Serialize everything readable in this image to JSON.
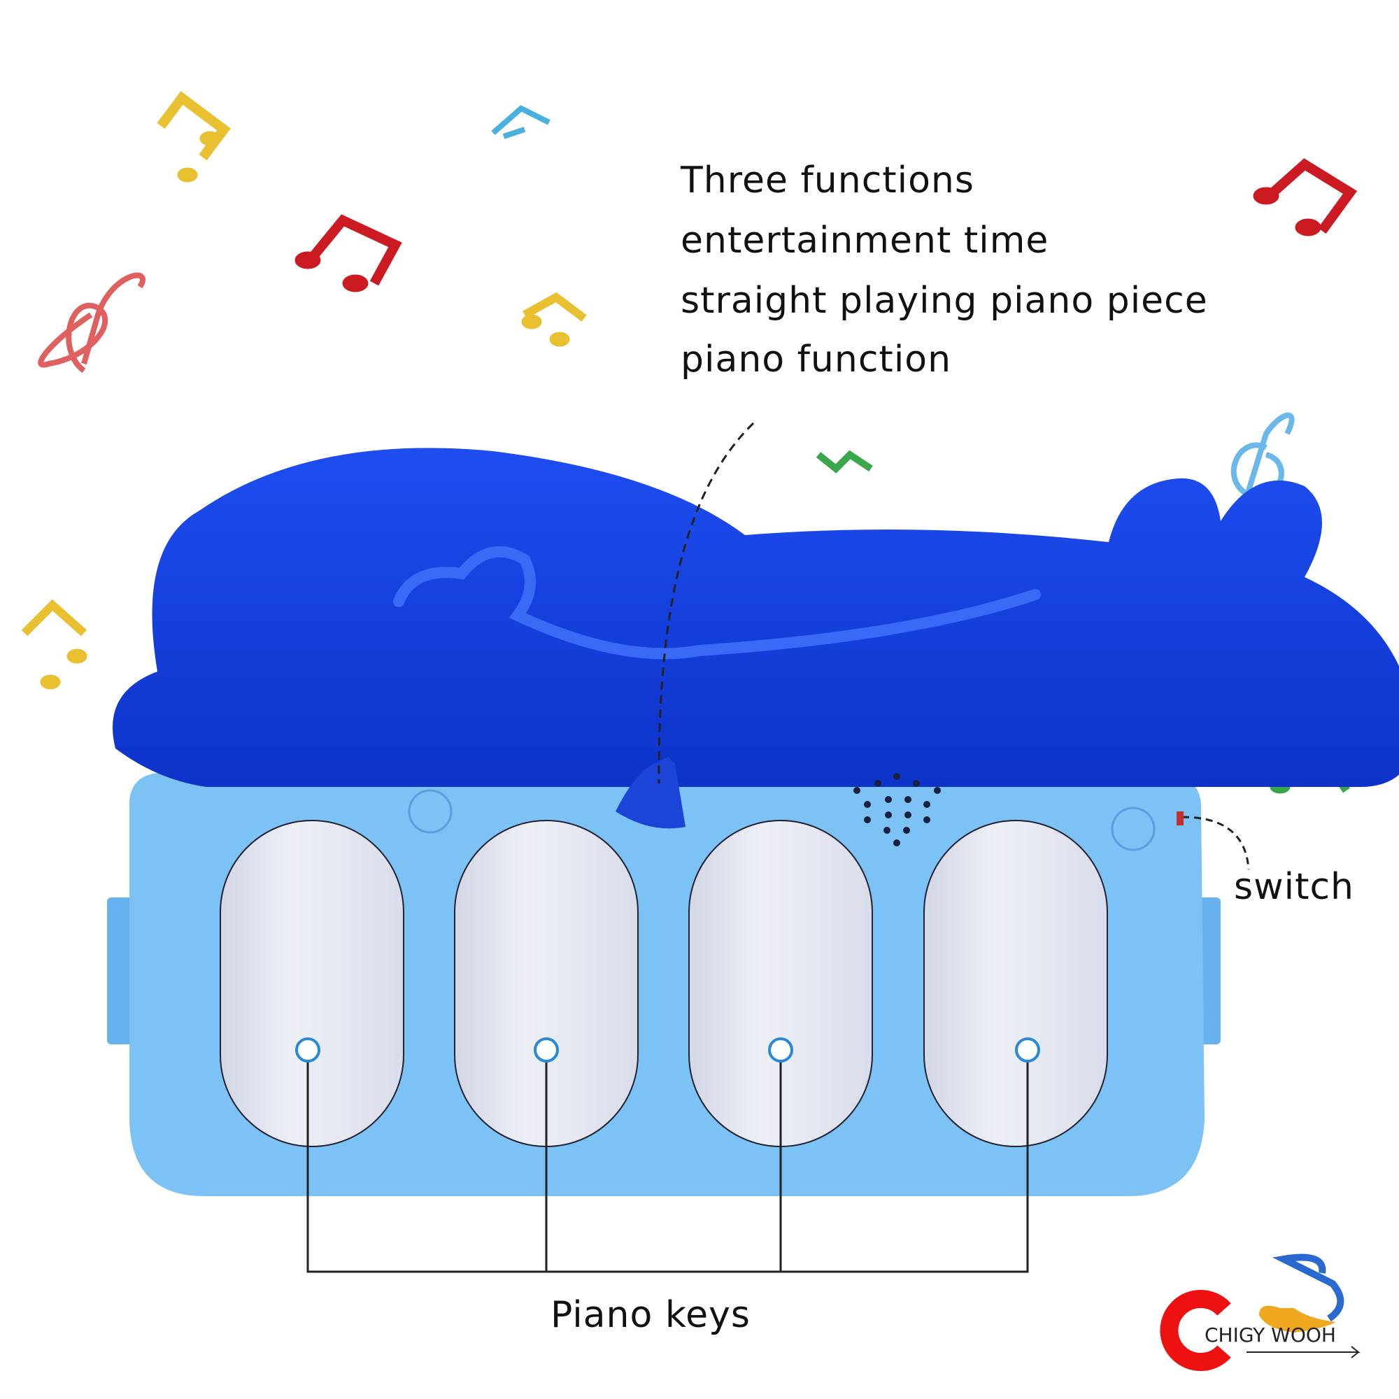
{
  "functions_heading": {
    "lines": [
      "Three functions",
      "entertainment time",
      "straight playing piano piece",
      "piano function"
    ]
  },
  "labels": {
    "switch": "switch",
    "piano_keys": "Piano keys"
  },
  "logo": {
    "brand": "CHIGY WOOH"
  },
  "colors": {
    "toy_top": "#1240e0",
    "toy_body": "#7cc2f5",
    "keys": "#e6e8f2",
    "logo_red": "#ee1111",
    "logo_blue": "#2a6ad0",
    "lamp_gold": "#f0a820"
  }
}
